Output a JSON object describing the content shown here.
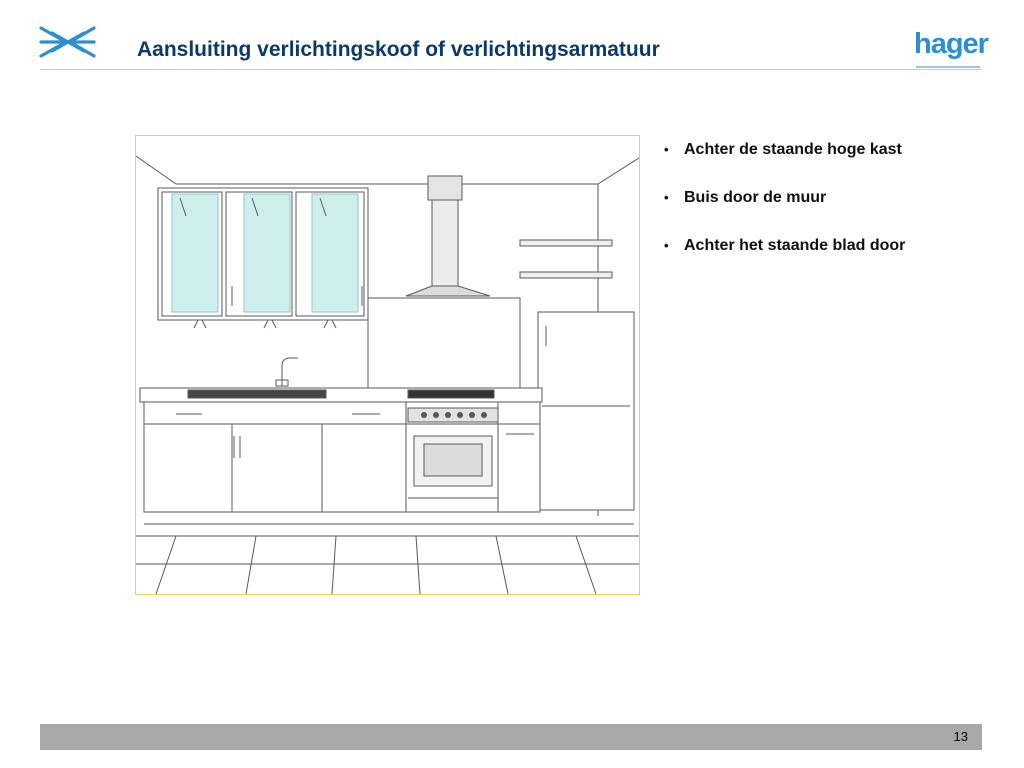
{
  "slide": {
    "title": "Aansluiting verlichtingskoof of verlichtingsarmatuur",
    "brand_logo_text": "hager",
    "page_number": "13"
  },
  "bullets": [
    {
      "text": "Achter de staande hoge kast"
    },
    {
      "text": "Buis door de muur"
    },
    {
      "text": "Achter het staande blad door"
    }
  ],
  "illustration": {
    "subject": "kitchen-line-drawing",
    "frame_color": "#f0d050"
  },
  "colors": {
    "title": "#0a3a6b",
    "brand_blue": "#2b8fd1",
    "title_rule": "#e5cf6e",
    "footer_bar": "#a8a8a8",
    "glass": "#cfeeee"
  }
}
